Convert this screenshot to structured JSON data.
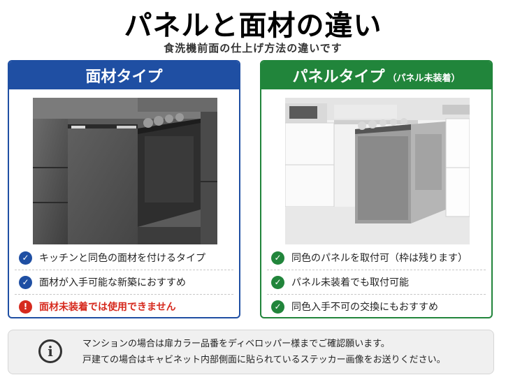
{
  "header": {
    "title": "パネルと面材の違い",
    "subtitle": "食洗機前面の仕上げ方法の違いです"
  },
  "left_card": {
    "title": "面材タイプ",
    "items": [
      {
        "text": "キッチンと同色の面材を付けるタイプ",
        "icon": "check-icon"
      },
      {
        "text": "面材が入手可能な新築におすすめ",
        "icon": "check-icon"
      },
      {
        "text": "面材未装着では使用できません",
        "icon": "exclamation-icon"
      }
    ]
  },
  "right_card": {
    "title": "パネルタイプ",
    "title_suffix": "（パネル未装着）",
    "items": [
      {
        "text": "同色のパネルを取付可（枠は残ります）",
        "icon": "check-icon"
      },
      {
        "text": "パネル未装着でも取付可能",
        "icon": "check-icon"
      },
      {
        "text": "同色入手不可の交換にもおすすめ",
        "icon": "check-icon"
      }
    ]
  },
  "notice": {
    "line1": "マンションの場合は扉カラー品番をディベロッパー様までご確認願います。",
    "line2": "戸建ての場合はキャビネット内部側面に貼られているステッカー画像をお送りください。",
    "icon": "info-icon"
  },
  "colors": {
    "blue": "#1f4fa3",
    "green": "#21853b",
    "red": "#d62a1e"
  }
}
